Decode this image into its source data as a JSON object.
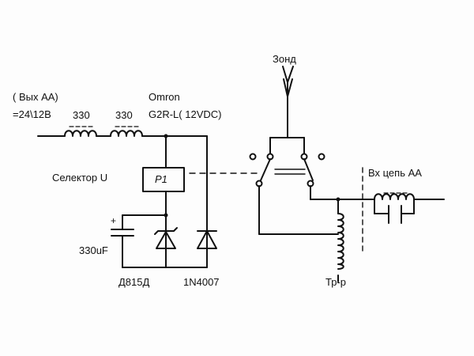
{
  "labels": {
    "output_title": "( Вых АА)",
    "output_voltage": "=24\\12В",
    "choke1_value": "330",
    "choke2_value": "330",
    "relay_brand": "Omron",
    "relay_model": "G2R-L( 12VDC)",
    "selector": "Селектор U",
    "relay_tag": "Р1",
    "capacitor_value": "330uF",
    "zener_name": "Д815Д",
    "diode_name": "1N4007",
    "probe": "Зонд",
    "input_circuit": "Вх цепь АА",
    "transformer": "Тр-р",
    "cap_polarity": "+"
  },
  "colors": {
    "ink": "#111111",
    "paper": "#fdfdfd"
  }
}
